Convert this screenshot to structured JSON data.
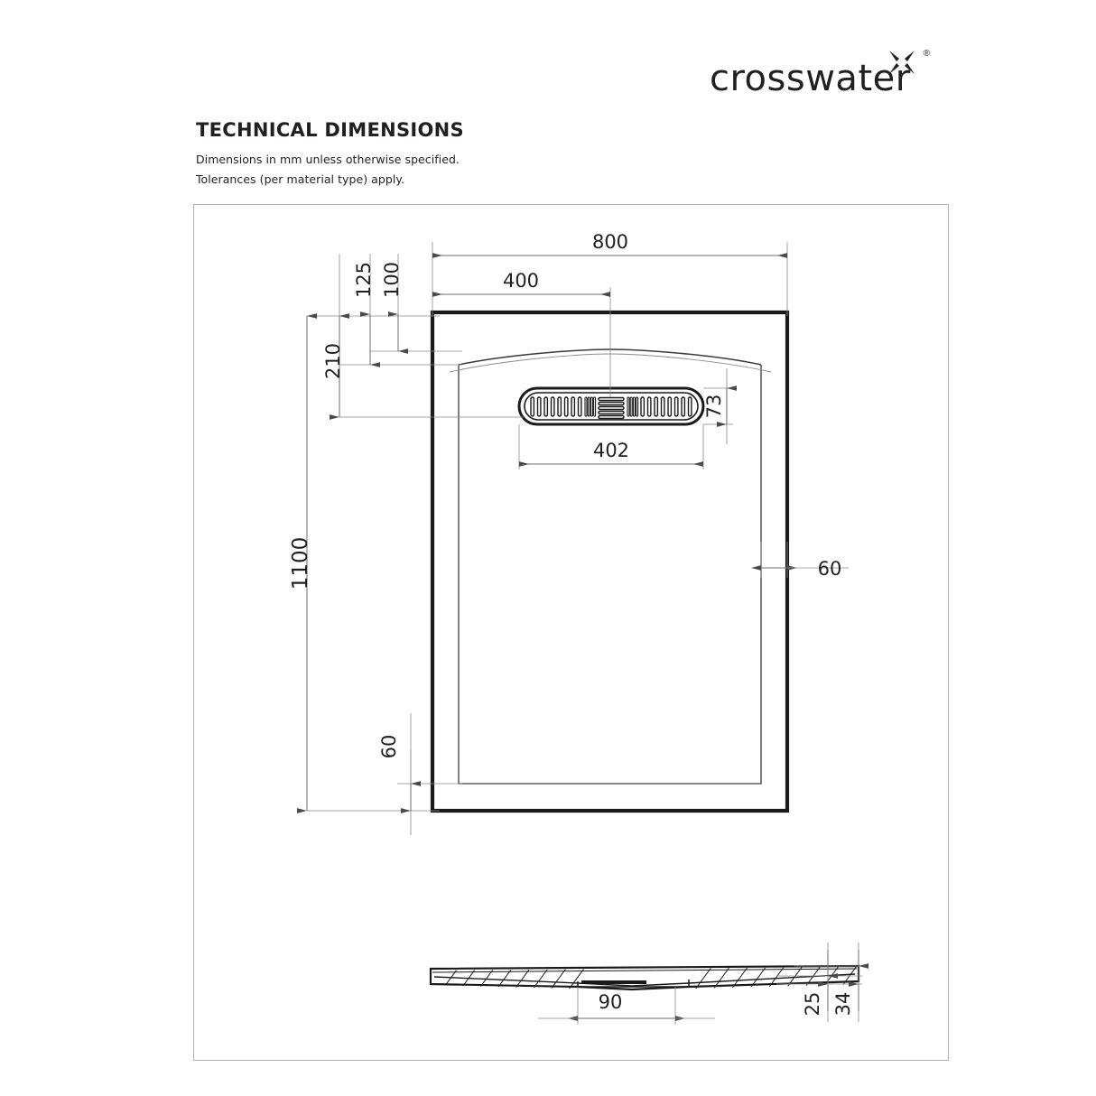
{
  "brand": {
    "wordmark": "crosswater",
    "registered_symbol": "®",
    "logo_icon": "crosswater-x-icon"
  },
  "heading": {
    "title": "TECHNICAL DIMENSIONS",
    "note_line_1": "Dimensions in mm unless otherwise specified.",
    "note_line_2": "Tolerances (per material type) apply."
  },
  "colors": {
    "ink": "#231f20",
    "frame_border": "#b4b4b4",
    "dimension_line": "#6d6d6d",
    "outline_heavy": "#1a1a1a"
  },
  "drawing": {
    "units": "mm",
    "views": [
      {
        "name": "plan-view",
        "label": ""
      },
      {
        "name": "section-view",
        "label": ""
      }
    ],
    "dimensions": {
      "plan": {
        "overall_width": "800",
        "overall_length": "1100",
        "drain_centre_from_left": "400",
        "drain_grate_length": "402",
        "drain_grate_width": "73",
        "top_offset_a": "125",
        "top_offset_b": "100",
        "top_offset_c": "210",
        "right_border_width": "60",
        "bottom_border_width": "60"
      },
      "section": {
        "waste_width": "90",
        "inner_height": "25",
        "overall_height": "34"
      }
    },
    "labels": {
      "d800": "800",
      "d400": "400",
      "d125": "125",
      "d100": "100",
      "d210": "210",
      "d1100": "1100",
      "d402": "402",
      "d73": "73",
      "d60_right": "60",
      "d60_bottom": "60",
      "d90": "90",
      "d25": "25",
      "d34": "34"
    }
  }
}
